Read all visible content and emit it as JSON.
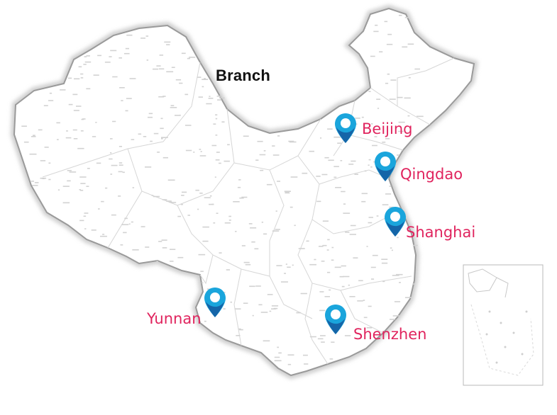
{
  "map": {
    "title": "Branch",
    "colors": {
      "land": "#ffffff",
      "outline_shadow": "#c9c9c9",
      "outline": "#9a9a9a",
      "province_border": "#d4d4d4",
      "label_color": "#e0245e",
      "pin_outer": "#1aa5dc",
      "pin_dark": "#1565a8",
      "pin_center": "#ffffff"
    },
    "pin_icon": "location-pin-icon",
    "markers": [
      {
        "id": "beijing",
        "label": "Beijing"
      },
      {
        "id": "qingdao",
        "label": "Qingdao"
      },
      {
        "id": "shanghai",
        "label": "Shanghai"
      },
      {
        "id": "yunnan",
        "label": "Yunnan"
      },
      {
        "id": "shenzhen",
        "label": "Shenzhen"
      }
    ]
  }
}
